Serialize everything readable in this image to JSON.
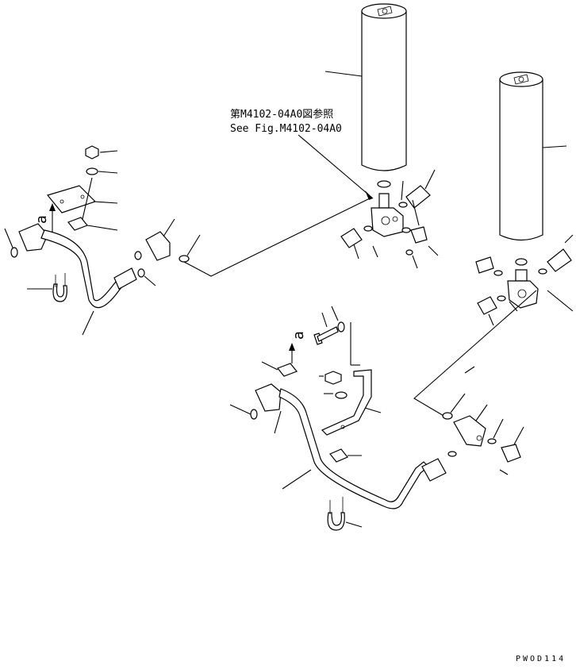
{
  "reference": {
    "line_jp": "第M4102-04A0図参照",
    "line_en": "See Fig.M4102-04A0"
  },
  "view_marks": {
    "left": "a",
    "center": "a"
  },
  "drawing_id": "PWOD114"
}
